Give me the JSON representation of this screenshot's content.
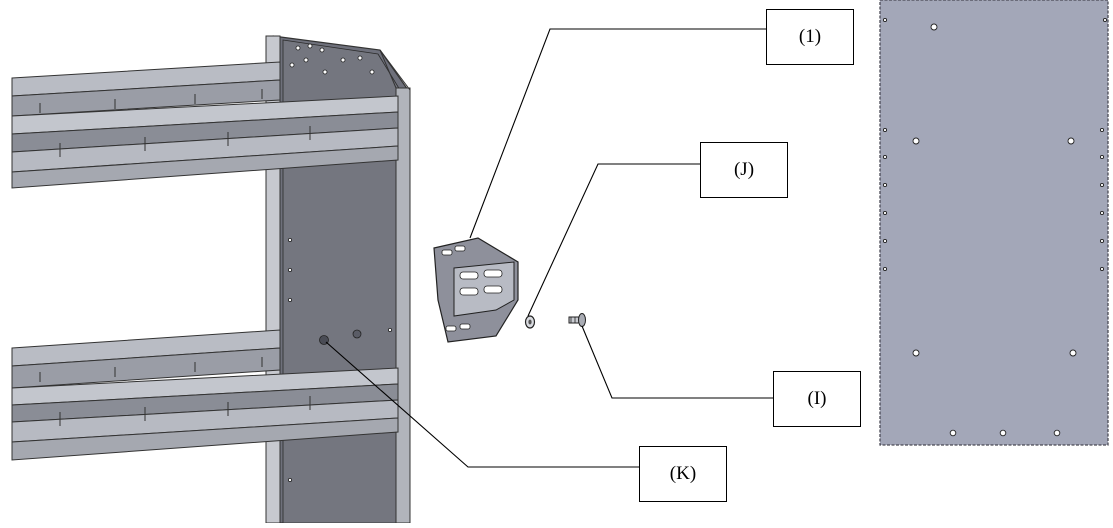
{
  "callouts": {
    "part_1": "(1)",
    "part_j": "(J)",
    "part_i": "(I)",
    "part_k": "(K)"
  },
  "colors": {
    "panel_fill": "#a3a7b8",
    "side_panel_fill": "#6d6f7a",
    "rail_fill": "#b9bcc4",
    "rail_dark": "#8a8d96",
    "edge": "#333333",
    "bracket_fill": "#8e909b",
    "leader": "#000000"
  },
  "parts": {
    "shelf_unit": "shelf-unit-icon",
    "bracket": "mounting-bracket-icon",
    "washer": "washer-icon",
    "bolt": "bolt-icon",
    "wall_panel": "wall-panel-icon"
  }
}
